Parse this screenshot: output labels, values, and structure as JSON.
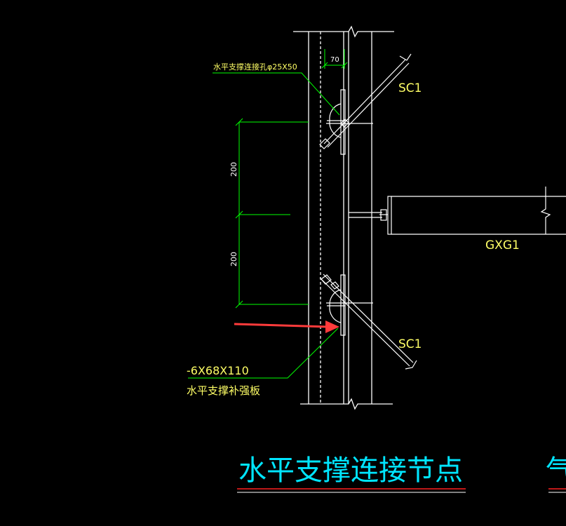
{
  "labels": {
    "slot_note": "水平支撑连接孔φ25X50",
    "dim_70": "70",
    "dim_200_upper": "200",
    "dim_200_lower": "200",
    "brace_upper": "SC1",
    "brace_lower": "SC1",
    "purlin": "GXG1",
    "plate_spec": "-6X68X110",
    "plate_name": "水平支撑补强板",
    "title": "水平支撑连接节点",
    "cut_title_char": "气"
  },
  "colors": {
    "background": "#000000",
    "line_white": "#ffffff",
    "line_green": "#00ff00",
    "text_yellow": "#ffff66",
    "text_cyan": "#00e5ff",
    "arrow_red": "#ff3b3b",
    "underline_red": "#ff2020"
  }
}
